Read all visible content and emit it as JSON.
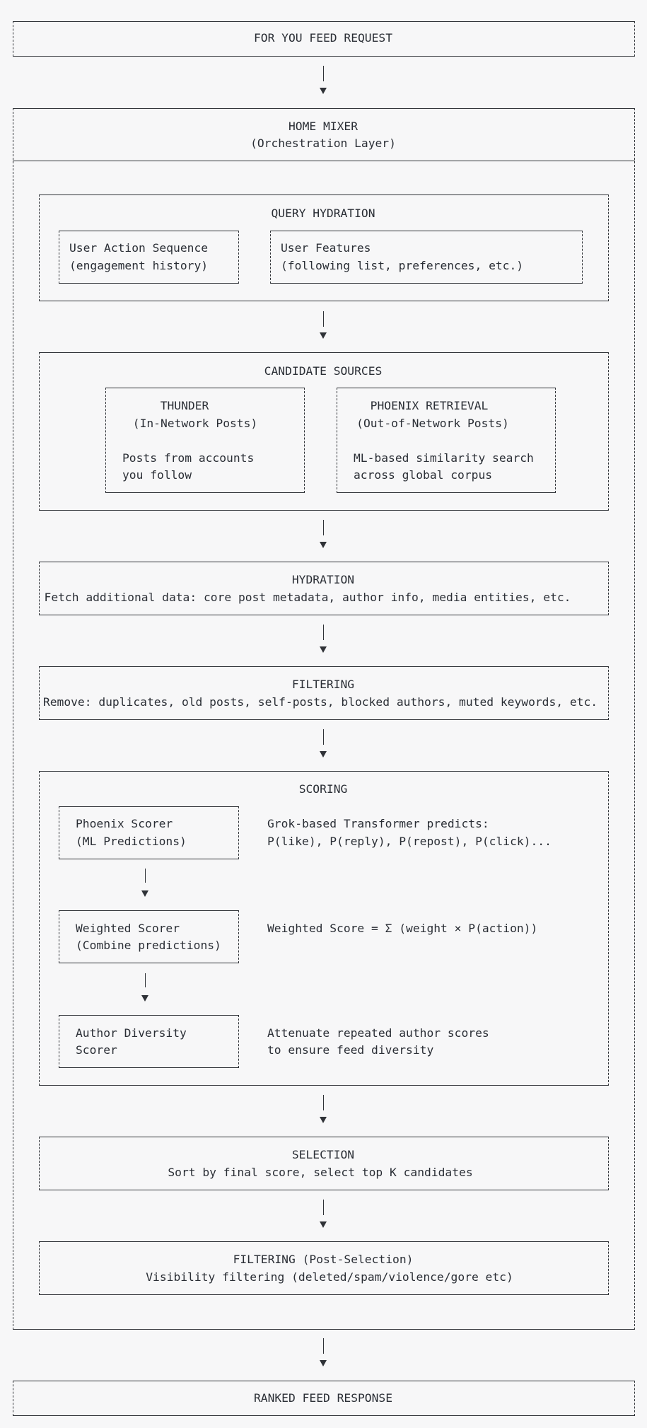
{
  "request": "FOR YOU FEED REQUEST",
  "home_mixer": {
    "title": "HOME MIXER",
    "subtitle": "(Orchestration Layer)"
  },
  "query_hydration": {
    "title": "QUERY HYDRATION",
    "user_action": {
      "line1": "User Action Sequence",
      "line2": "(engagement history)"
    },
    "user_features": {
      "line1": "User Features",
      "line2": "(following list, preferences, etc.)"
    }
  },
  "candidate_sources": {
    "title": "CANDIDATE SOURCES",
    "thunder": {
      "title": "THUNDER",
      "subtitle": "(In-Network Posts)",
      "desc1": "Posts from accounts",
      "desc2": "you follow"
    },
    "phoenix": {
      "title": "PHOENIX RETRIEVAL",
      "subtitle": "(Out-of-Network Posts)",
      "desc1": "ML-based similarity search",
      "desc2": "across global corpus"
    }
  },
  "hydration": {
    "title": "HYDRATION",
    "desc": "Fetch additional data: core post metadata, author info, media entities, etc."
  },
  "filtering": {
    "title": "FILTERING",
    "desc": "Remove: duplicates, old posts, self-posts, blocked authors, muted keywords, etc."
  },
  "scoring": {
    "title": "SCORING",
    "phoenix_scorer": {
      "line1": "Phoenix Scorer",
      "line2": "(ML Predictions)",
      "desc1": "Grok-based Transformer predicts:",
      "desc2": "P(like), P(reply), P(repost), P(click)..."
    },
    "weighted_scorer": {
      "line1": "Weighted Scorer",
      "line2": "(Combine predictions)",
      "desc1": "Weighted Score = Σ (weight × P(action))"
    },
    "author_diversity": {
      "line1": "Author Diversity",
      "line2": "Scorer",
      "desc1": "Attenuate repeated author scores",
      "desc2": "to ensure feed diversity"
    }
  },
  "selection": {
    "title": "SELECTION",
    "desc": "Sort by final score, select top K candidates"
  },
  "post_selection": {
    "title": "FILTERING (Post-Selection)",
    "desc": "Visibility filtering (deleted/spam/violence/gore etc)"
  },
  "response": "RANKED FEED RESPONSE",
  "arrow_glyph": "▼"
}
